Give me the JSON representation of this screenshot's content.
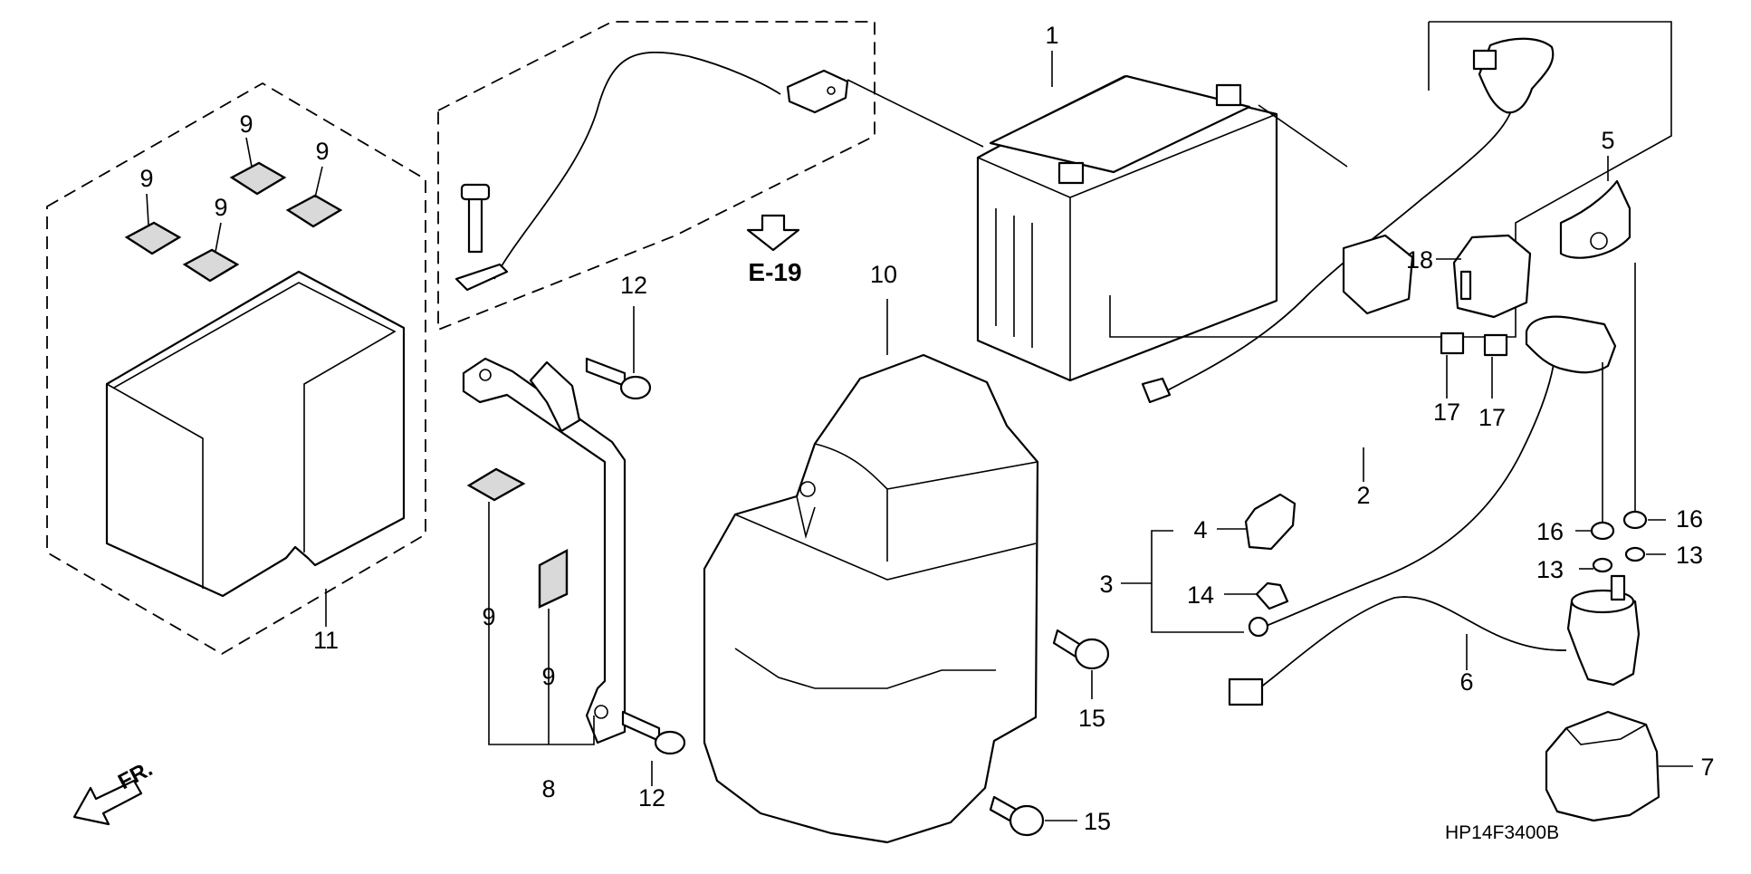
{
  "callouts": {
    "c1": "1",
    "c2": "2",
    "c3": "3",
    "c4": "4",
    "c5": "5",
    "c6": "6",
    "c7": "7",
    "c8": "8",
    "c9a": "9",
    "c9b": "9",
    "c9c": "9",
    "c9d": "9",
    "c9e": "9",
    "c9f": "9",
    "c10": "10",
    "c11": "11",
    "c12a": "12",
    "c12b": "12",
    "c13a": "13",
    "c13b": "13",
    "c14": "14",
    "c15a": "15",
    "c15b": "15",
    "c16a": "16",
    "c16b": "16",
    "c17a": "17",
    "c17b": "17",
    "c18": "18"
  },
  "reference": {
    "label": "E-19"
  },
  "direction": {
    "label": "FR."
  },
  "diagram_code": "HP14F3400B"
}
